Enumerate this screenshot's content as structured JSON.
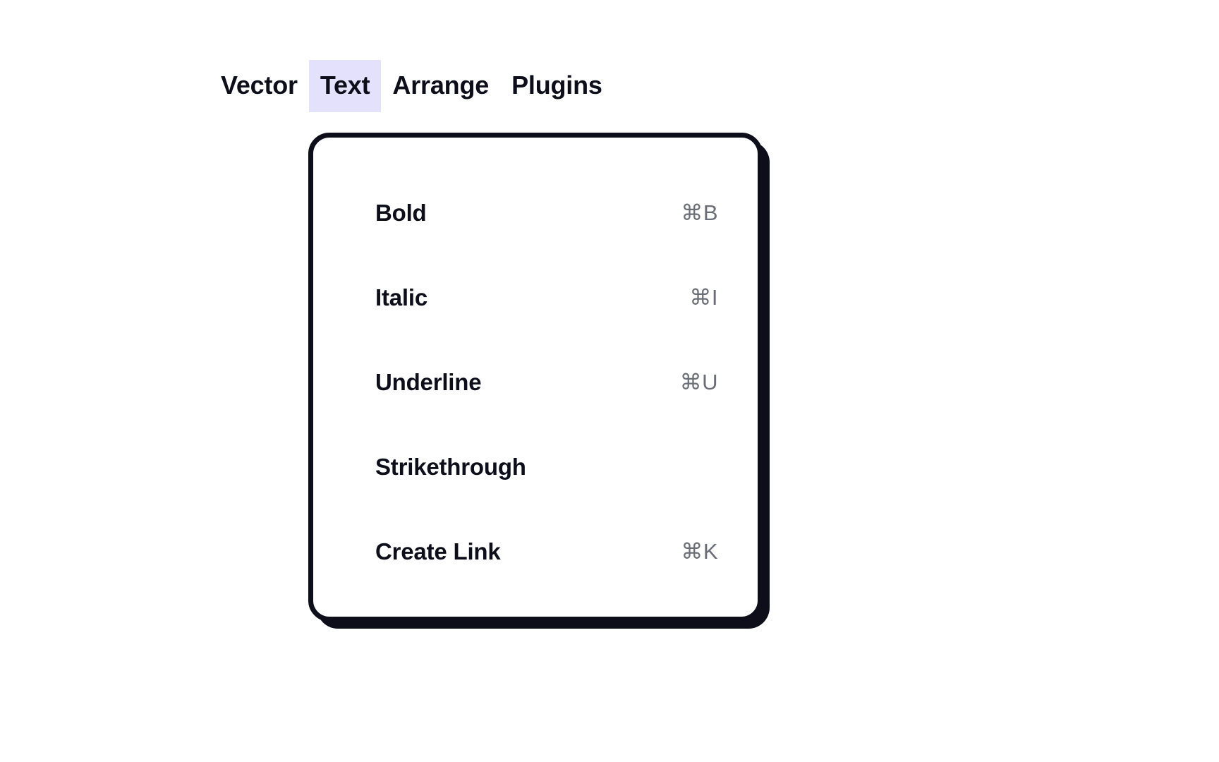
{
  "menubar": {
    "items": [
      {
        "label": "Vector",
        "active": false
      },
      {
        "label": "Text",
        "active": true
      },
      {
        "label": "Arrange",
        "active": false
      },
      {
        "label": "Plugins",
        "active": false
      }
    ]
  },
  "dropdown": {
    "owner": "Text",
    "items": [
      {
        "label": "Bold",
        "shortcut": "⌘B"
      },
      {
        "label": "Italic",
        "shortcut": "⌘I"
      },
      {
        "label": "Underline",
        "shortcut": "⌘U"
      },
      {
        "label": "Strikethrough",
        "shortcut": ""
      },
      {
        "label": "Create Link",
        "shortcut": "⌘K"
      }
    ]
  },
  "colors": {
    "ink": "#0d0e1a",
    "active_tab_background": "#e3e1fb",
    "shortcut_text": "#6b6e76",
    "panel_background": "#ffffff",
    "page_background": "#ffffff"
  }
}
